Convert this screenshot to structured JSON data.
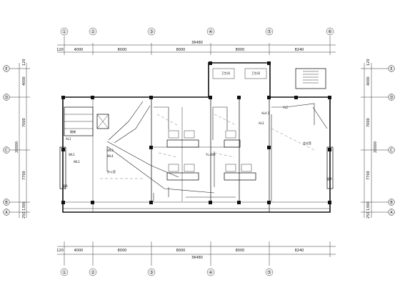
{
  "axes": {
    "top": [
      "①",
      "②",
      "③",
      "④",
      "⑤",
      "⑥"
    ],
    "bottom": [
      "①",
      "②",
      "③",
      "④",
      "⑤"
    ],
    "left": [
      "Ⓔ",
      "Ⓓ",
      "Ⓒ",
      "Ⓑ",
      "Ⓐ"
    ],
    "right": [
      "Ⓔ",
      "Ⓓ",
      "Ⓒ",
      "Ⓑ",
      "Ⓐ"
    ]
  },
  "dimensions": {
    "top_total": "36480",
    "top_segments": [
      "120",
      "4000",
      "8000",
      "8000",
      "8000",
      "8240"
    ],
    "bottom_total": "36480",
    "bottom_segments": [
      "120",
      "4000",
      "8000",
      "8000",
      "8000",
      "8240"
    ],
    "left_total": "20000",
    "left_segments": [
      "120",
      "4000",
      "7000",
      "7700",
      "1300",
      "250"
    ],
    "right_total": "20000",
    "right_segments": [
      "120",
      "4000",
      "7000",
      "7700",
      "1300",
      "250"
    ]
  },
  "room_labels": {
    "room_large_right": "会议室",
    "room_left_office": "办公室",
    "right_wall_small": "窗A",
    "left_wall_small": "窗A"
  },
  "panel_labels": {
    "al1": "AL1",
    "al3": "AL3",
    "al41": "AL4.1",
    "wl1": "WL1",
    "wl2": "WL2",
    "wl3": "WL3",
    "wl4": "WL4",
    "yl1": "YL1",
    "ylb00": "YL.800"
  },
  "small_labels": {
    "wc1": "卫生间",
    "wc2": "卫生间",
    "stair": "楼梯"
  }
}
